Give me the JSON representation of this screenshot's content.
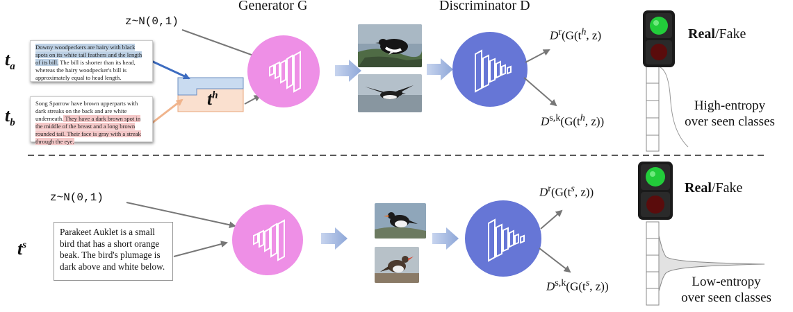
{
  "headers": {
    "generator": "Generator G",
    "discriminator": "Discriminator D"
  },
  "top": {
    "noise": "z~N(0,1)",
    "label_a": "t",
    "label_a_sub": "a",
    "label_b": "t",
    "label_b_sub": "b",
    "text_a": {
      "highlighted": "Downy woodpeckers are hairy with black spots on its white tail feathers and the length of its bill.",
      "rest": " The bill is shorter than its head, whereas the hairy woodpecker's bill is approximately equal to head length."
    },
    "text_b": {
      "lead": "Song Sparrow have brown upperparts with dark streaks on the back and are white underneath.",
      "highlighted": " They have a dark brown spot in the middle of the breast and a long brown rounded tail. Their face is gray with a streak through the eye."
    },
    "hybrid_label": "t",
    "hybrid_sup": "h",
    "real_formula": {
      "pre": "D",
      "sup": "r",
      "post": "(G(t",
      "arg_sup": "h",
      "tail": ", z)"
    },
    "class_formula": {
      "pre": "D",
      "sup": "s,k",
      "post": "(G(t",
      "arg_sup": "h",
      "tail": ", z))"
    },
    "real_fake": {
      "bold": "Real",
      "rest": "/Fake"
    },
    "entropy_line1": "High-entropy",
    "entropy_line2": "over seen classes"
  },
  "bottom": {
    "noise": "z~N(0,1)",
    "label": "t",
    "label_sup": "s",
    "description": "Parakeet Auklet is a small bird that has a short orange beak. The bird's plumage is dark above and white below.",
    "real_formula": {
      "pre": "D",
      "sup": "r",
      "post": "(G(t",
      "arg_sup": "s",
      "tail": ", z))"
    },
    "class_formula": {
      "pre": "D",
      "sup": "s,k",
      "post": "(G(t",
      "arg_sup": "s",
      "tail": ", z))"
    },
    "real_fake": {
      "bold": "Real",
      "rest": "/Fake"
    },
    "entropy_line1": "Low-entropy",
    "entropy_line2": "over seen classes"
  },
  "colors": {
    "generator": "#ee8fe6",
    "discriminator": "#6676d6",
    "arrow_blue": "#a9bde0",
    "hybrid_top": "#c9dbf0",
    "hybrid_bottom": "#fae0cf",
    "light_green": "#22cc3a",
    "light_red": "#5a0c0c"
  }
}
